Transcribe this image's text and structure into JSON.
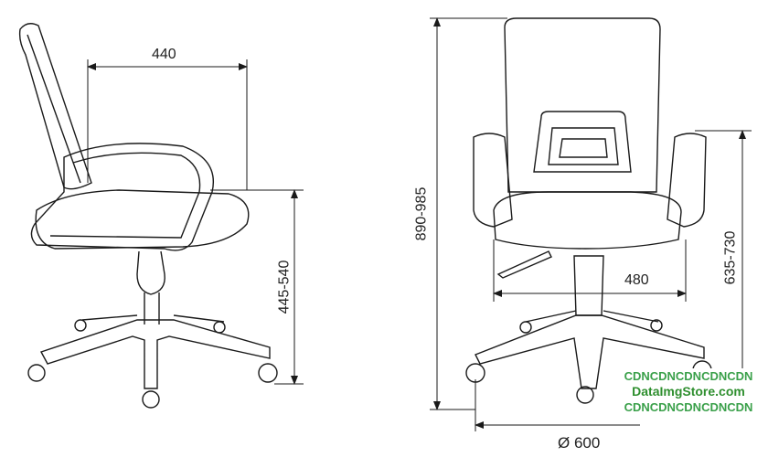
{
  "dimensions": {
    "seat_depth": "440",
    "seat_height": "445-540",
    "total_height": "890-985",
    "armrest_height": "635-730",
    "seat_width": "480",
    "base_diameter": "Ø 600"
  },
  "watermark": {
    "line1": "CDNCDNCDNCDNCDN",
    "site": "DataImgStore.com",
    "line3": "CDNCDNCDNCDNCDN"
  },
  "colors": {
    "line": "#1a1a1a",
    "watermark": "#3aa04a"
  }
}
